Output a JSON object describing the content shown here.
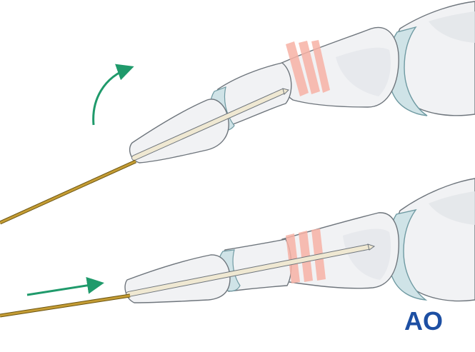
{
  "colors": {
    "bone_fill": "#f1f2f4",
    "bone_shade": "#e2e5e9",
    "bone_outline": "#6e757c",
    "cartilage": "#cfe3e7",
    "cartilage_outline": "#6f9aa2",
    "osteotomy_band": "#f7b1a4",
    "wire_in_bone": "#efe8d2",
    "wire_brass": "#c49c34",
    "wire_brass_dark": "#6b5410",
    "arrow_green": "#1f9a6b",
    "logo_blue": "#1d4fa3"
  },
  "panels": [
    {
      "id": "top",
      "motion": "rotate",
      "arrow_icon": "curved-arrow-icon"
    },
    {
      "id": "bottom",
      "motion": "advance",
      "arrow_icon": "straight-arrow-icon"
    }
  ],
  "logo": {
    "text": "AO"
  }
}
